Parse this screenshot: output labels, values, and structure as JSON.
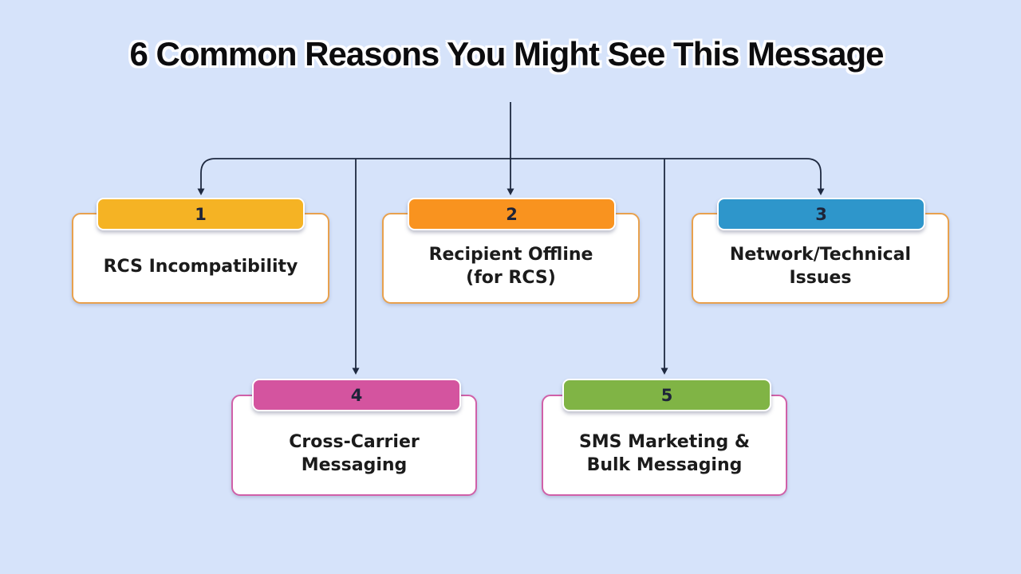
{
  "title": "6 Common Reasons You Might See This Message",
  "colors": {
    "background": "#d6e3fa",
    "connector": "#1e2940",
    "card_background": "#ffffff",
    "body_text": "#1b1b1b",
    "number_text": "#1e2439",
    "title_text": "#0c0c0e",
    "title_outline": "#fdfdff"
  },
  "reasons": [
    {
      "number": "1",
      "label": [
        "RCS Incompatibility"
      ],
      "header_color": "#f5b324",
      "border_color": "#e8a14e"
    },
    {
      "number": "2",
      "label": [
        "Recipient Offline",
        "(for RCS)"
      ],
      "header_color": "#f9931f",
      "border_color": "#e8a14e"
    },
    {
      "number": "3",
      "label": [
        "Network/Technical",
        "Issues"
      ],
      "header_color": "#2e96cb",
      "border_color": "#e8a14e"
    },
    {
      "number": "4",
      "label": [
        "Cross-Carrier",
        "Messaging"
      ],
      "header_color": "#d4549f",
      "border_color": "#d060a8"
    },
    {
      "number": "5",
      "label": [
        "SMS Marketing &",
        "Bulk Messaging"
      ],
      "header_color": "#80b445",
      "border_color": "#d060a8"
    }
  ]
}
